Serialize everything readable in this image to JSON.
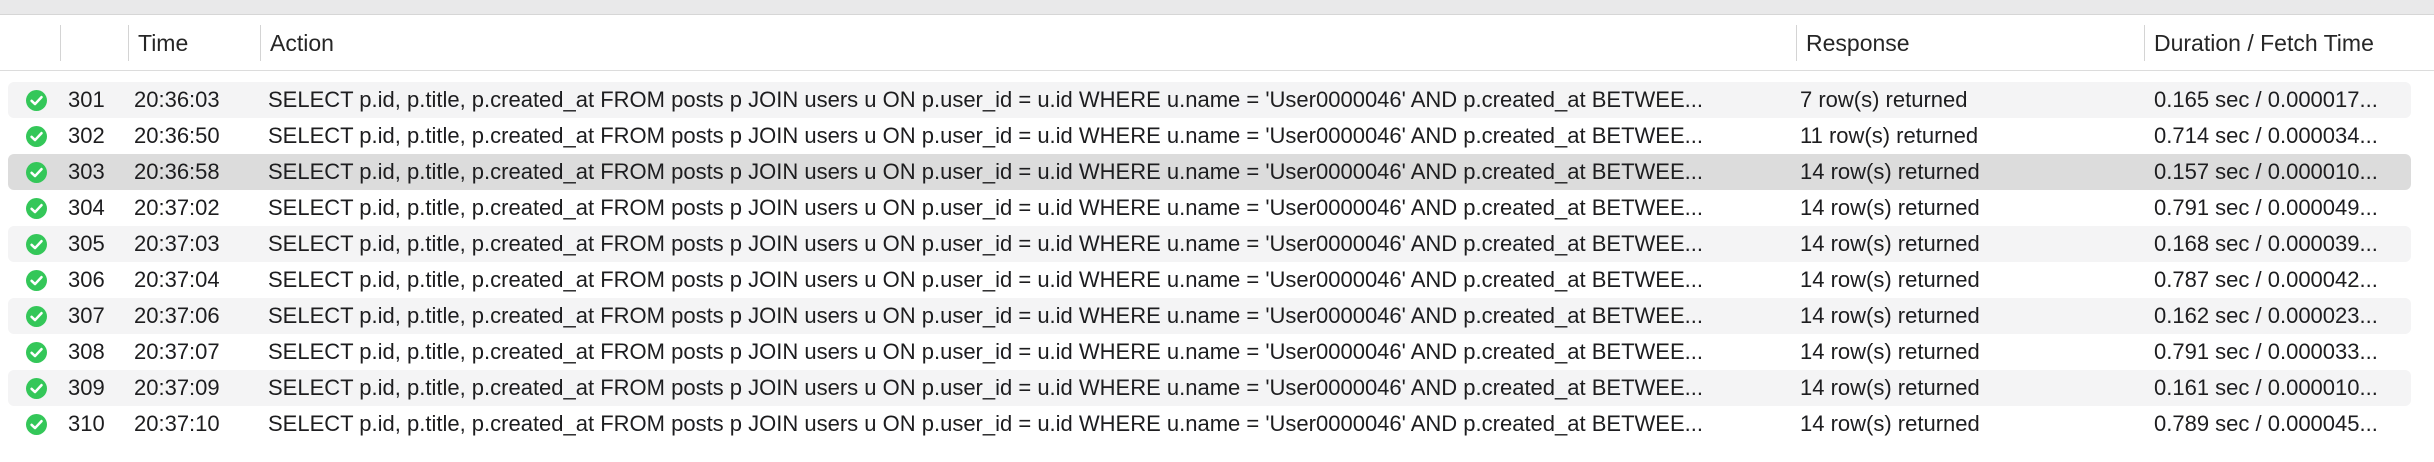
{
  "columns": {
    "status": "",
    "num": "",
    "time": "Time",
    "action": "Action",
    "response": "Response",
    "duration": "Duration / Fetch Time"
  },
  "rows": [
    {
      "num": "301",
      "time": "20:36:03",
      "action": "SELECT p.id, p.title, p.created_at FROM posts p JOIN users u ON p.user_id = u.id WHERE u.name = 'User0000046' AND p.created_at BETWEE...",
      "response": "7 row(s) returned",
      "duration": "0.165 sec / 0.000017..."
    },
    {
      "num": "302",
      "time": "20:36:50",
      "action": "SELECT p.id, p.title, p.created_at FROM posts p JOIN users u ON p.user_id = u.id WHERE u.name = 'User0000046' AND p.created_at BETWEE...",
      "response": "11 row(s) returned",
      "duration": "0.714 sec / 0.000034..."
    },
    {
      "num": "303",
      "time": "20:36:58",
      "action": "SELECT p.id, p.title, p.created_at FROM posts p JOIN users u ON p.user_id = u.id WHERE u.name = 'User0000046' AND p.created_at BETWEE...",
      "response": "14 row(s) returned",
      "duration": "0.157 sec / 0.000010..."
    },
    {
      "num": "304",
      "time": "20:37:02",
      "action": "SELECT p.id, p.title, p.created_at FROM posts p JOIN users u ON p.user_id = u.id WHERE u.name = 'User0000046' AND p.created_at BETWEE...",
      "response": "14 row(s) returned",
      "duration": "0.791 sec / 0.000049..."
    },
    {
      "num": "305",
      "time": "20:37:03",
      "action": "SELECT p.id, p.title, p.created_at FROM posts p JOIN users u ON p.user_id = u.id WHERE u.name = 'User0000046' AND p.created_at BETWEE...",
      "response": "14 row(s) returned",
      "duration": "0.168 sec / 0.000039..."
    },
    {
      "num": "306",
      "time": "20:37:04",
      "action": "SELECT p.id, p.title, p.created_at FROM posts p JOIN users u ON p.user_id = u.id WHERE u.name = 'User0000046' AND p.created_at BETWEE...",
      "response": "14 row(s) returned",
      "duration": "0.787 sec / 0.000042..."
    },
    {
      "num": "307",
      "time": "20:37:06",
      "action": "SELECT p.id, p.title, p.created_at FROM posts p JOIN users u ON p.user_id = u.id WHERE u.name = 'User0000046' AND p.created_at BETWEE...",
      "response": "14 row(s) returned",
      "duration": "0.162 sec / 0.000023..."
    },
    {
      "num": "308",
      "time": "20:37:07",
      "action": "SELECT p.id, p.title, p.created_at FROM posts p JOIN users u ON p.user_id = u.id WHERE u.name = 'User0000046' AND p.created_at BETWEE...",
      "response": "14 row(s) returned",
      "duration": "0.791 sec / 0.000033..."
    },
    {
      "num": "309",
      "time": "20:37:09",
      "action": "SELECT p.id, p.title, p.created_at FROM posts p JOIN users u ON p.user_id = u.id WHERE u.name = 'User0000046' AND p.created_at BETWEE...",
      "response": "14 row(s) returned",
      "duration": "0.161 sec / 0.000010..."
    },
    {
      "num": "310",
      "time": "20:37:10",
      "action": "SELECT p.id, p.title, p.created_at FROM posts p JOIN users u ON p.user_id = u.id WHERE u.name = 'User0000046' AND p.created_at BETWEE...",
      "response": "14 row(s) returned",
      "duration": "0.789 sec / 0.000045..."
    }
  ],
  "status_icon": "success-check-icon",
  "colors": {
    "success": "#34c759",
    "selected_row": "#dcdcdc",
    "alt_row": "#f4f4f5"
  }
}
